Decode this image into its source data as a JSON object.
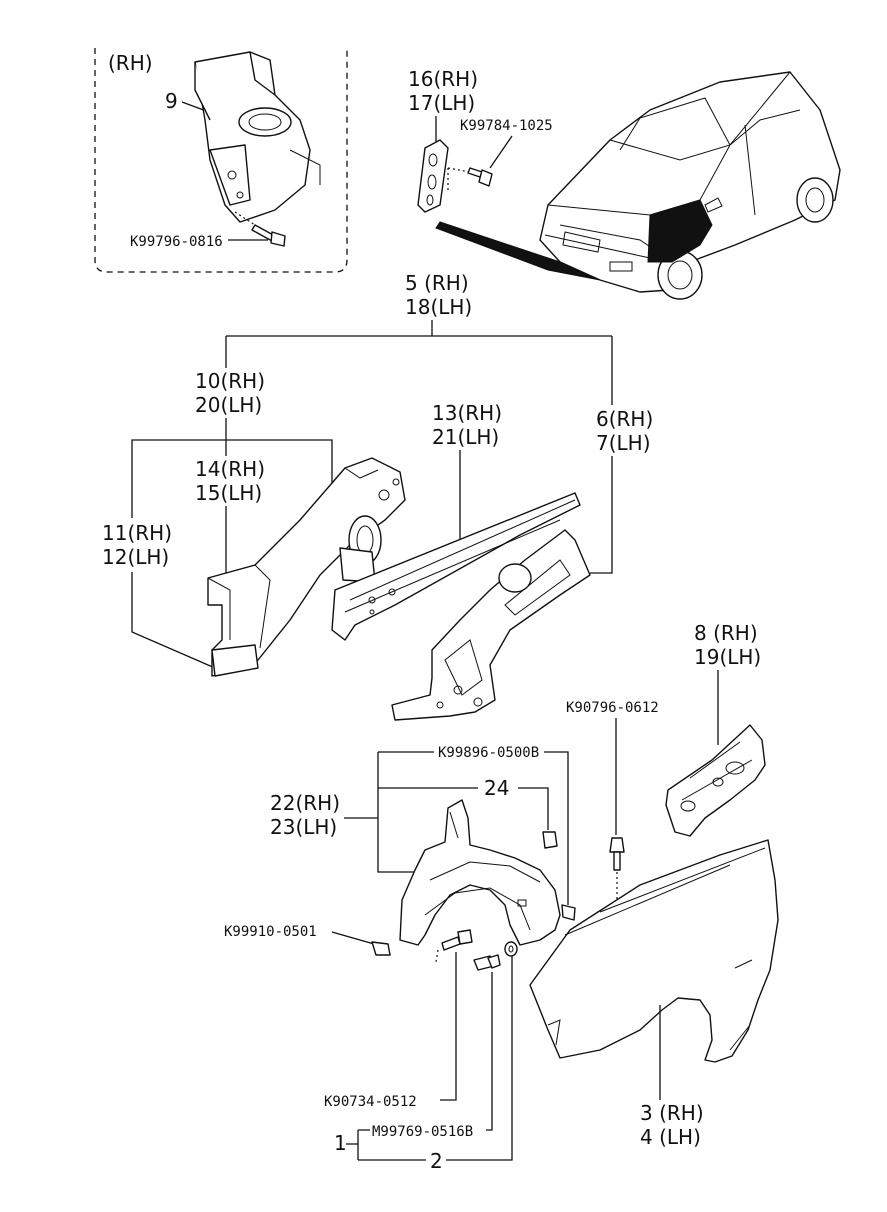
{
  "inset": {
    "side": "(RH)",
    "callout": "9",
    "bolt": "K99796-0816"
  },
  "callouts": {
    "c16": "16(RH)",
    "c17": "17(LH)",
    "c5": "5 (RH)",
    "c18": "18(LH)",
    "c10": "10(RH)",
    "c20": "20(LH)",
    "c14": "14(RH)",
    "c15": "15(LH)",
    "c11": "11(RH)",
    "c12": "12(LH)",
    "c13": "13(RH)",
    "c21": "21(LH)",
    "c6": "6(RH)",
    "c7": "7(LH)",
    "c8": "8 (RH)",
    "c19": "19(LH)",
    "c22": "22(RH)",
    "c23": "23(LH)",
    "c24": "24",
    "c3": "3 (RH)",
    "c4": "4 (LH)",
    "c1": "1",
    "c2": "2"
  },
  "part_numbers": {
    "p1025": "K99784-1025",
    "p0612": "K90796-0612",
    "p0500": "K99896-0500B",
    "p0501": "K99910-0501",
    "p0512": "K90734-0512",
    "p0516": "M99769-0516B"
  }
}
